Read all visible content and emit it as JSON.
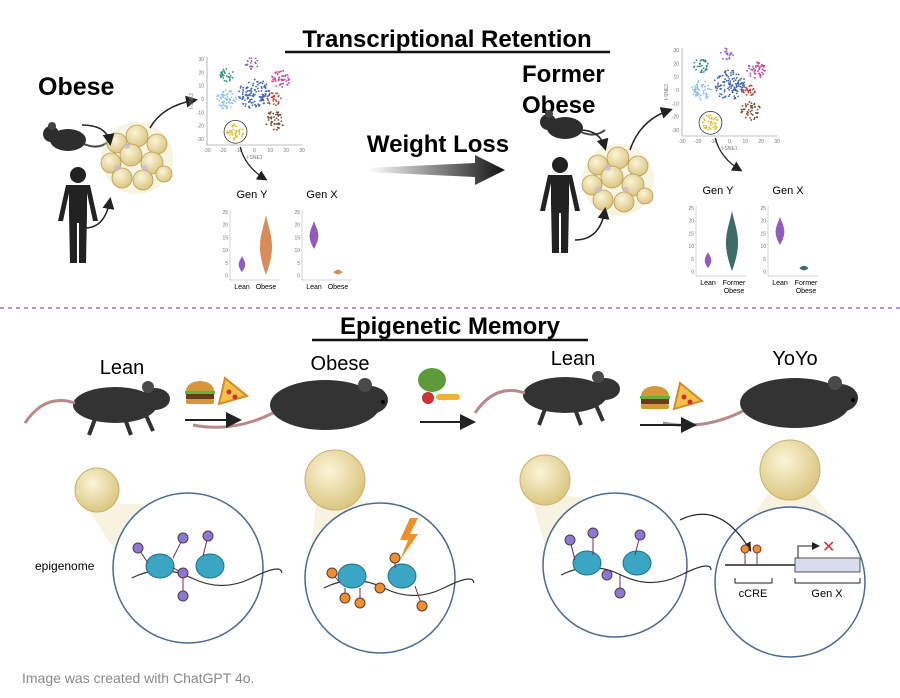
{
  "top": {
    "title": "Transcriptional Retention",
    "left_label": "Obese",
    "transition": "Weight Loss",
    "right_label_line1": "Former",
    "right_label_line2": "Obese",
    "tsne": {
      "xlabel": "t-SNE1",
      "ylabel": "t-SNE2",
      "xticks": [
        "-30",
        "-20",
        "-10",
        "0",
        "10",
        "20",
        "30"
      ],
      "yticks": [
        "30",
        "20",
        "10",
        "0",
        "-10",
        "-20",
        "-30"
      ]
    },
    "violin_left": {
      "gen_y": "Gen Y",
      "gen_x": "Gen X",
      "cat1": "Lean",
      "cat2": "Obese",
      "color_lean": "#8e5bbf",
      "color_group": "#d98c5a"
    },
    "violin_right": {
      "gen_y": "Gen Y",
      "gen_x": "Gen X",
      "cat1": "Lean",
      "cat2_line1": "Former",
      "cat2_line2": "Obese",
      "color_lean": "#8e5bbf",
      "color_group": "#3f6b66"
    },
    "violin_yticks": [
      "25",
      "20",
      "15",
      "10",
      "5",
      "0"
    ]
  },
  "bottom": {
    "title": "Epigenetic Memory",
    "stages": [
      "Lean",
      "Obese",
      "Lean",
      "YoYo"
    ],
    "epigenome_label": "epigenome",
    "ccre_label": "cCRE",
    "gene_label": "Gen X"
  },
  "footer": "Image was created with ChatGPT 4o.",
  "colors": {
    "nucleosome": "#3aa6c4",
    "mark_lean": "#8a78d8",
    "mark_obese": "#f0902a",
    "cell": "#f1e3a6",
    "divider": "#a99ad6"
  }
}
